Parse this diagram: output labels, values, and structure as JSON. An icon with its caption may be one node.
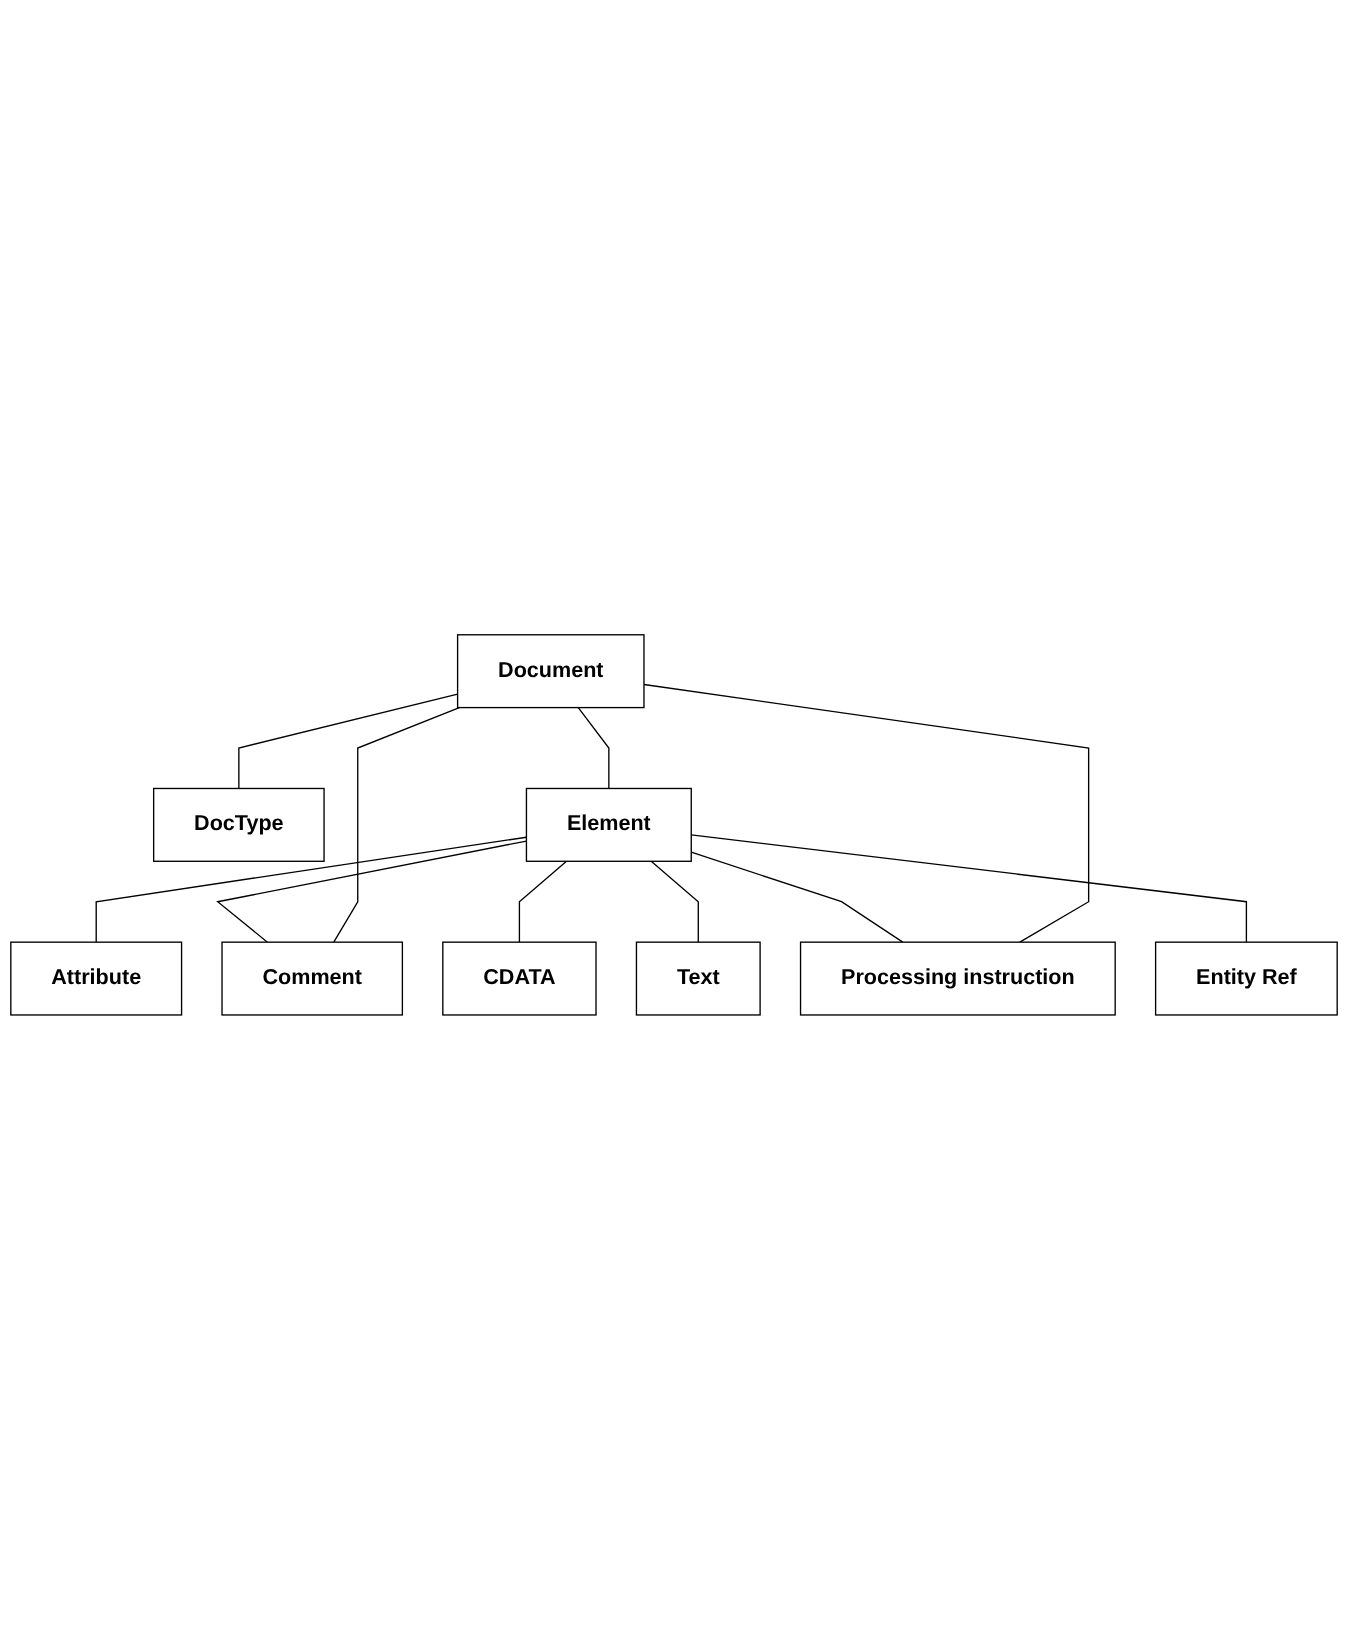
{
  "diagram": {
    "nodes": [
      {
        "text": [
          "Document"
        ]
      },
      {
        "text": [
          "DocType"
        ]
      },
      {
        "text": [
          "Element"
        ]
      },
      {
        "text": [
          "Attribute"
        ]
      },
      {
        "text": [
          "Comment"
        ]
      },
      {
        "text": [
          "CDATA"
        ]
      },
      {
        "text": [
          "Text"
        ]
      },
      {
        "text": [
          "Processing instruction"
        ]
      },
      {
        "text": [
          "Entity Ref"
        ]
      }
    ],
    "edges": [
      {
        "from": 0,
        "to": 1,
        "arrow": "none"
      },
      {
        "from": 0,
        "to": 2,
        "arrow": "none"
      },
      {
        "from": 2,
        "to": 3,
        "arrow": "none"
      },
      {
        "from": 2,
        "to": 4,
        "arrow": "none"
      },
      {
        "from": 0,
        "to": 4,
        "arrow": "none"
      },
      {
        "from": 2,
        "to": 5,
        "arrow": "none"
      },
      {
        "from": 2,
        "to": 6,
        "arrow": "none"
      },
      {
        "from": 2,
        "to": 7,
        "arrow": "none"
      },
      {
        "from": 0,
        "to": 7,
        "arrow": "none"
      },
      {
        "from": 2,
        "to": 8,
        "arrow": "none"
      }
    ]
  }
}
